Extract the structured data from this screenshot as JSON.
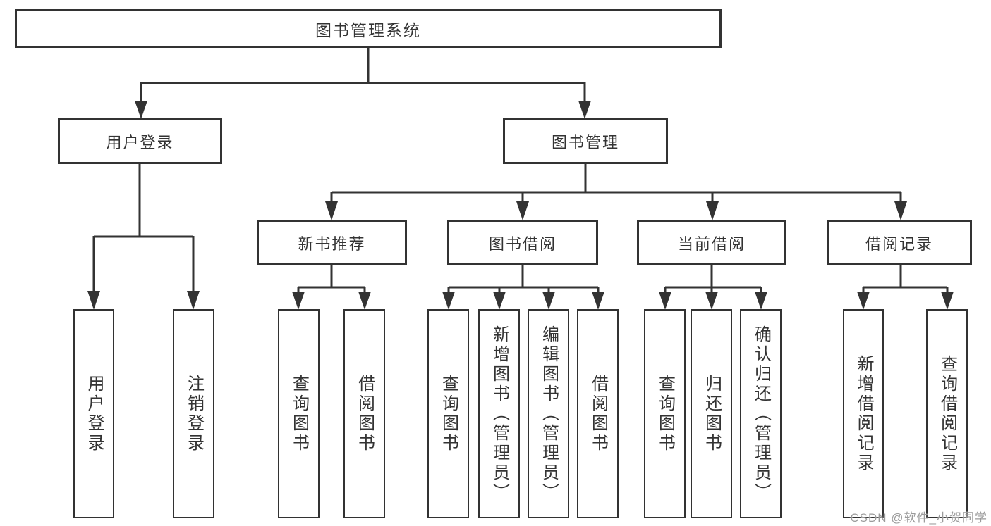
{
  "nodes": {
    "root": "图书管理系统",
    "user_login": "用户登录",
    "book_mgmt": "图书管理",
    "new_books": "新书推荐",
    "book_borrow": "图书借阅",
    "current_borrow": "当前借阅",
    "borrow_records": "借阅记录",
    "leaf_user_login": "用户登录",
    "leaf_logout": "注销登录",
    "leaf_nb_query": "查询图书",
    "leaf_nb_borrow": "借阅图书",
    "leaf_bb_query": "查询图书",
    "leaf_bb_add": "新增图书（管理员）",
    "leaf_bb_edit": "编辑图书（管理员）",
    "leaf_bb_borrow": "借阅图书",
    "leaf_cb_query": "查询图书",
    "leaf_cb_return": "归还图书",
    "leaf_cb_confirm": "确认归还（管理员）",
    "leaf_br_add": "新增借阅记录",
    "leaf_br_query": "查询借阅记录"
  },
  "hierarchy": {
    "root": [
      "user_login",
      "book_mgmt"
    ],
    "user_login": [
      "leaf_user_login",
      "leaf_logout"
    ],
    "book_mgmt": [
      "new_books",
      "book_borrow",
      "current_borrow",
      "borrow_records"
    ],
    "new_books": [
      "leaf_nb_query",
      "leaf_nb_borrow"
    ],
    "book_borrow": [
      "leaf_bb_query",
      "leaf_bb_add",
      "leaf_bb_edit",
      "leaf_bb_borrow"
    ],
    "current_borrow": [
      "leaf_cb_query",
      "leaf_cb_return",
      "leaf_cb_confirm"
    ],
    "borrow_records": [
      "leaf_br_add",
      "leaf_br_query"
    ]
  },
  "watermark": "CSDN @软件_小贺同学",
  "colors": {
    "line": "#333333",
    "box_border": "#323232",
    "box_fill": "#ffffff",
    "text": "#333333",
    "watermark": "#9b9b9b",
    "background": "#ffffff"
  }
}
